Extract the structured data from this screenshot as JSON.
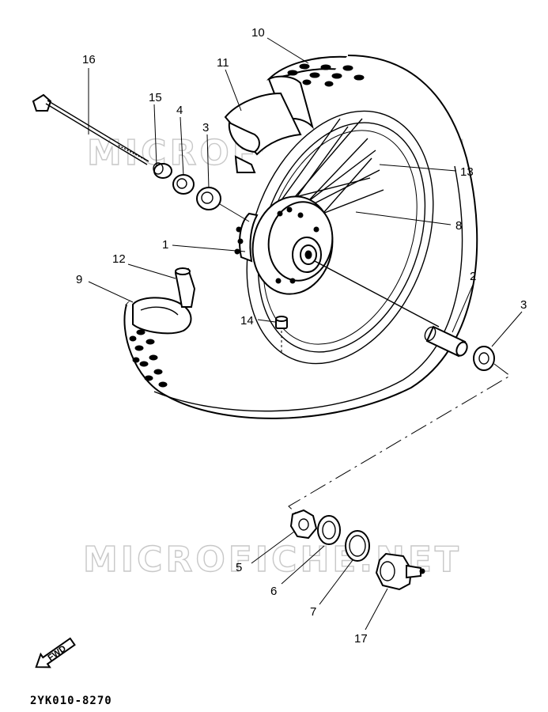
{
  "diagram": {
    "part_number_code": "2YK010-8270",
    "watermark_top": "MICROFICHE.NET",
    "watermark_bottom": "MICROFICHE.NET",
    "fwd_label": "FWD",
    "callouts": [
      "16",
      "15",
      "4",
      "3",
      "11",
      "10",
      "13",
      "8",
      "1",
      "12",
      "9",
      "2",
      "3",
      "14",
      "5",
      "6",
      "7",
      "17"
    ]
  }
}
